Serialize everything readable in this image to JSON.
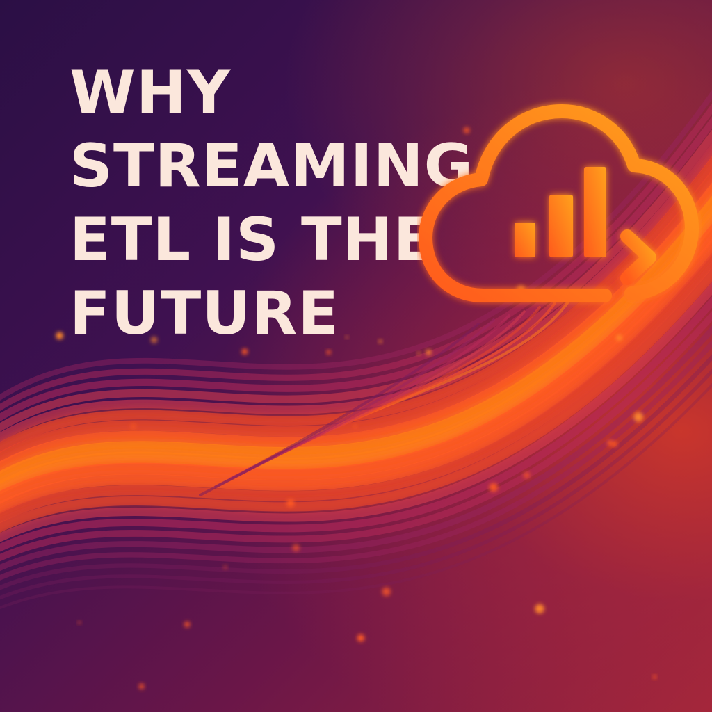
{
  "headline": {
    "lines": [
      "WHY",
      "STREAMING",
      "ETL IS THE",
      "FUTURE"
    ]
  },
  "icon": {
    "name": "cloud-analytics-stream-icon"
  },
  "colors": {
    "text": "#fbe7dc",
    "accent_orange": "#ff7a1a",
    "accent_red": "#e8452a",
    "background_dark": "#2b0f45",
    "background_magenta": "#6a1648"
  }
}
